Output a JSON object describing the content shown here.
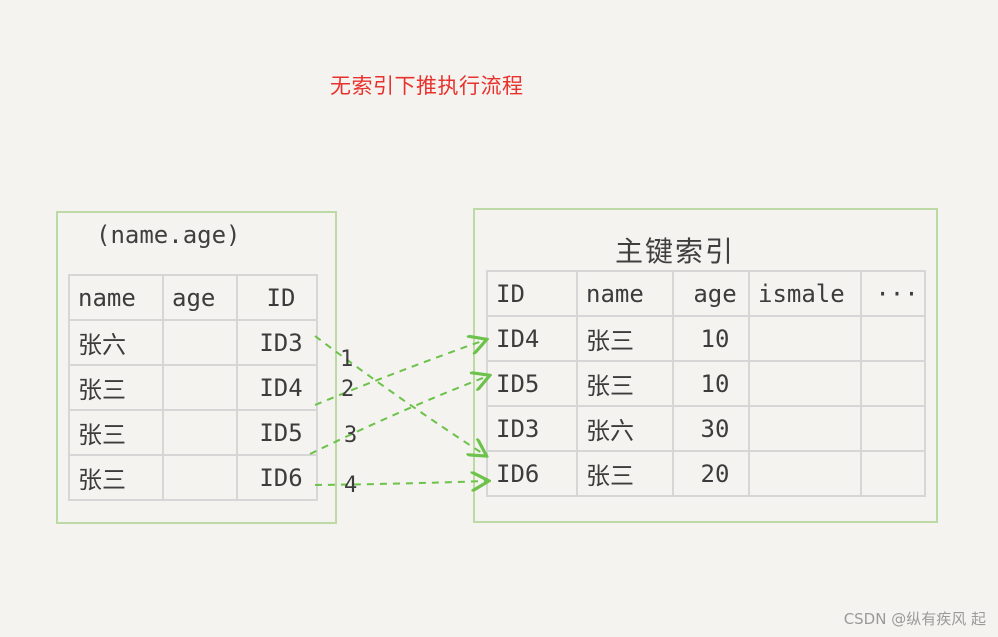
{
  "caption": "无索引下推执行流程",
  "left_index": {
    "title": "(name.age)",
    "headers": [
      "name",
      "age",
      "ID"
    ],
    "rows": [
      [
        "张六",
        "",
        "ID3"
      ],
      [
        "张三",
        "",
        "ID4"
      ],
      [
        "张三",
        "",
        "ID5"
      ],
      [
        "张三",
        "",
        "ID6"
      ]
    ]
  },
  "right_index": {
    "title": "主键索引",
    "headers": [
      "ID",
      "name",
      "age",
      "ismale",
      "···"
    ],
    "rows": [
      [
        "ID4",
        "张三",
        "10",
        "",
        ""
      ],
      [
        "ID5",
        "张三",
        "10",
        "",
        ""
      ],
      [
        "ID3",
        "张六",
        "30",
        "",
        ""
      ],
      [
        "ID6",
        "张三",
        "20",
        "",
        ""
      ]
    ]
  },
  "steps": [
    "1",
    "2",
    "3",
    "4"
  ],
  "arrow_color": "#6cc24a",
  "watermark": "CSDN @纵有疾风 起"
}
